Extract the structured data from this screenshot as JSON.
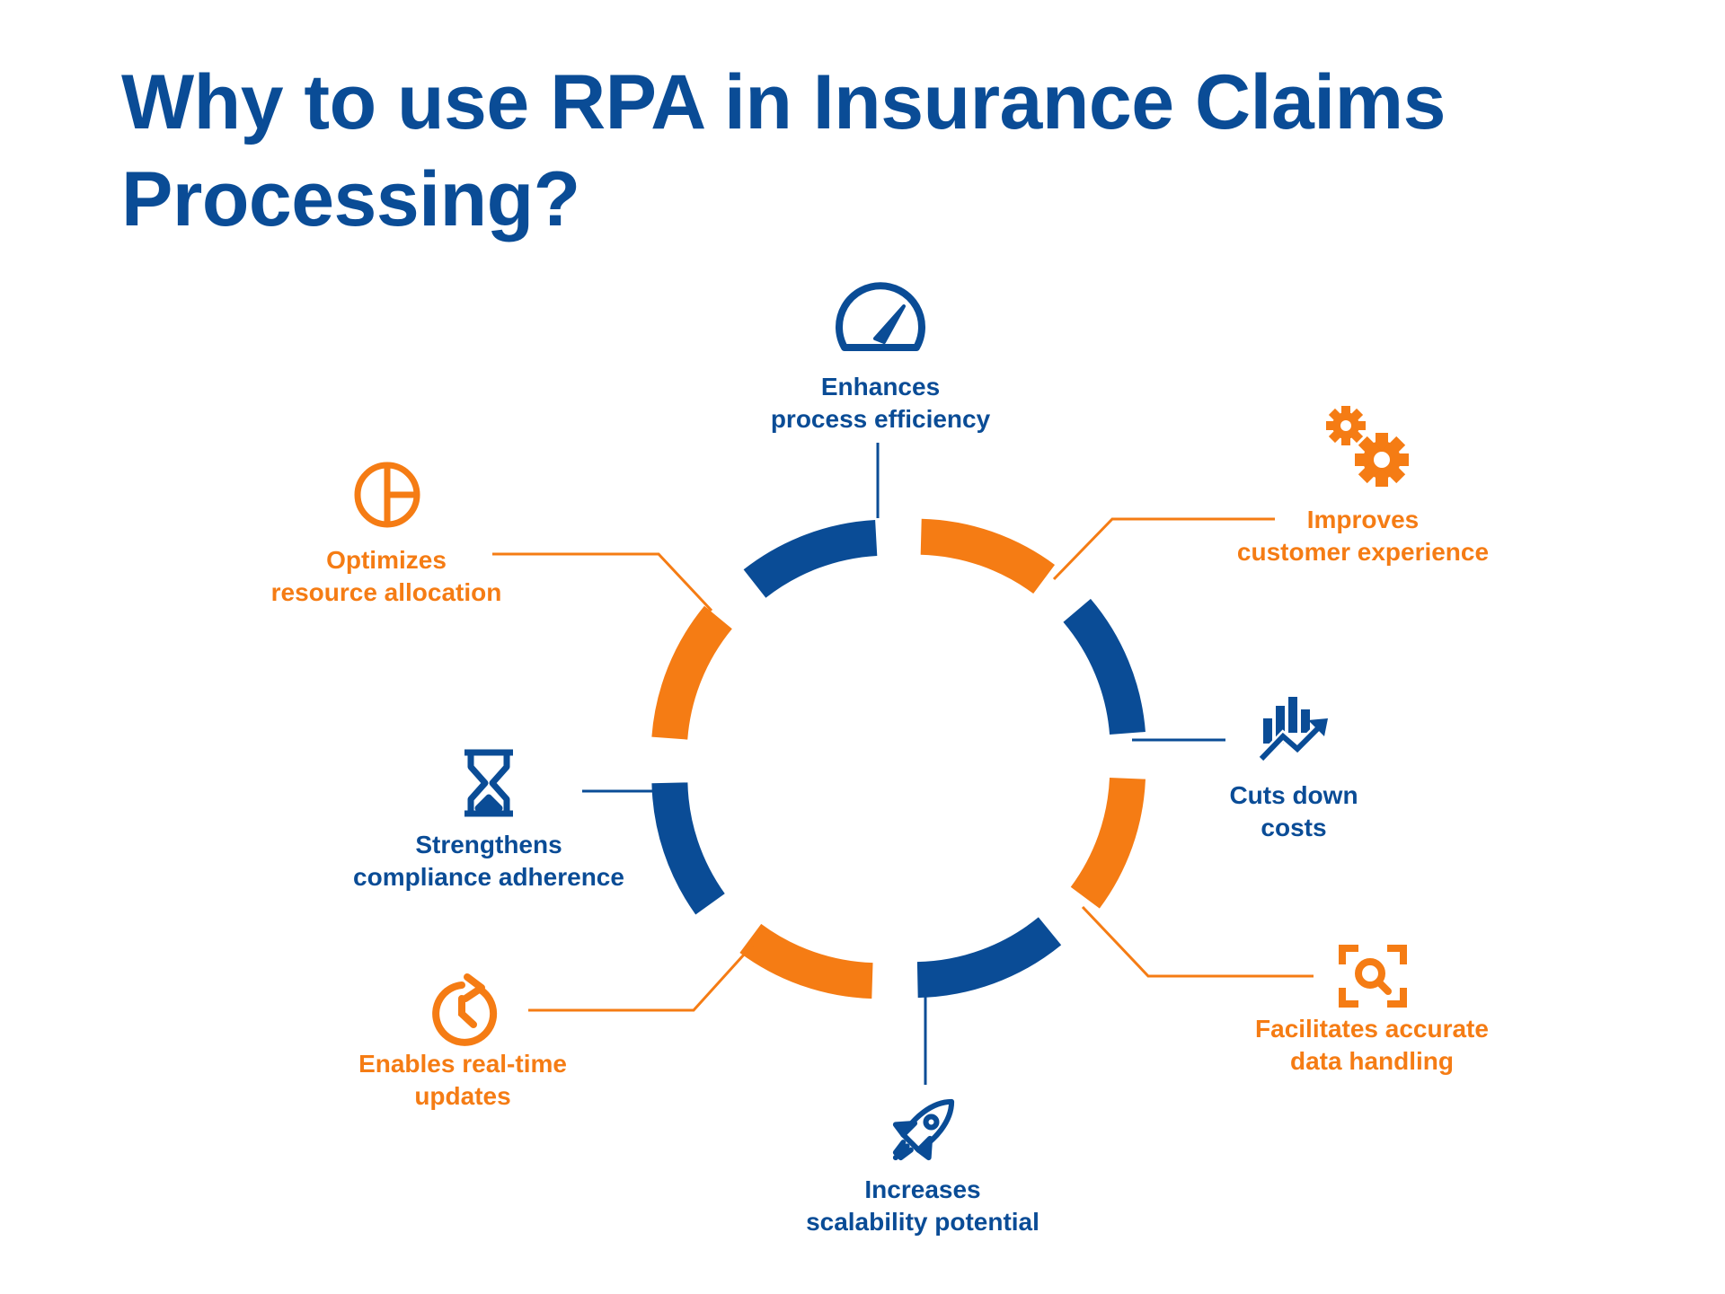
{
  "title": "Why to use RPA in Insurance Claims Processing?",
  "colors": {
    "blue": "#0a4c96",
    "orange": "#f57c14"
  },
  "benefits": [
    {
      "line1": "Enhances",
      "line2": "process efficiency",
      "icon": "speedometer-icon",
      "color": "blue"
    },
    {
      "line1": "Improves",
      "line2": "customer experience",
      "icon": "gears-icon",
      "color": "orange"
    },
    {
      "line1": "Cuts down",
      "line2": "costs",
      "icon": "chart-trend-icon",
      "color": "blue"
    },
    {
      "line1": "Facilitates accurate",
      "line2": "data handling",
      "icon": "scan-search-icon",
      "color": "orange"
    },
    {
      "line1": "Increases",
      "line2": "scalability potential",
      "icon": "rocket-icon",
      "color": "blue"
    },
    {
      "line1": "Enables real-time",
      "line2": "updates",
      "icon": "clock-refresh-icon",
      "color": "orange"
    },
    {
      "line1": "Strengthens",
      "line2": "compliance adherence",
      "icon": "hourglass-icon",
      "color": "blue"
    },
    {
      "line1": "Optimizes",
      "line2": "resource allocation",
      "icon": "pie-chart-icon",
      "color": "orange"
    }
  ]
}
